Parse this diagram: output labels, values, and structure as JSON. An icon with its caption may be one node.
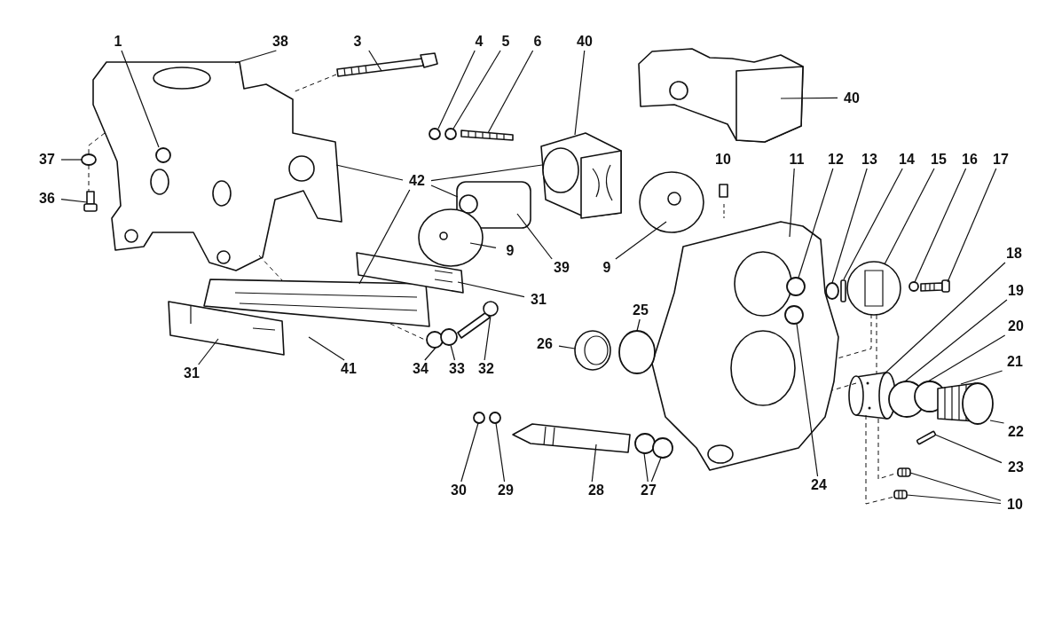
{
  "diagram": {
    "nodes": [
      {
        "text": [
          "1"
        ]
      },
      {
        "text": [
          "38"
        ]
      },
      {
        "text": [
          "3"
        ]
      },
      {
        "text": [
          "4"
        ]
      },
      {
        "text": [
          "5"
        ]
      },
      {
        "text": [
          "6"
        ]
      },
      {
        "text": [
          "40"
        ]
      },
      {
        "text": [
          "40"
        ]
      },
      {
        "text": [
          "37"
        ]
      },
      {
        "text": [
          "10"
        ]
      },
      {
        "text": [
          "11"
        ]
      },
      {
        "text": [
          "12"
        ]
      },
      {
        "text": [
          "13"
        ]
      },
      {
        "text": [
          "14"
        ]
      },
      {
        "text": [
          "15"
        ]
      },
      {
        "text": [
          "16"
        ]
      },
      {
        "text": [
          "17"
        ]
      },
      {
        "text": [
          "42"
        ]
      },
      {
        "text": [
          "36"
        ]
      },
      {
        "text": [
          "9"
        ]
      },
      {
        "text": [
          "18"
        ]
      },
      {
        "text": [
          "39"
        ]
      },
      {
        "text": [
          "9"
        ]
      },
      {
        "text": [
          "19"
        ]
      },
      {
        "text": [
          "31"
        ]
      },
      {
        "text": [
          "25"
        ]
      },
      {
        "text": [
          "20"
        ]
      },
      {
        "text": [
          "26"
        ]
      },
      {
        "text": [
          "21"
        ]
      },
      {
        "text": [
          "31"
        ]
      },
      {
        "text": [
          "41"
        ]
      },
      {
        "text": [
          "34"
        ]
      },
      {
        "text": [
          "33"
        ]
      },
      {
        "text": [
          "32"
        ]
      },
      {
        "text": [
          "22"
        ]
      },
      {
        "text": [
          "23"
        ]
      },
      {
        "text": [
          "24"
        ]
      },
      {
        "text": [
          "30"
        ]
      },
      {
        "text": [
          "29"
        ]
      },
      {
        "text": [
          "28"
        ]
      },
      {
        "text": [
          "27"
        ]
      },
      {
        "text": [
          "10"
        ]
      },
      {
        "text": [],
        "shape": "circle",
        "in": 43
      },
      {
        "text": [],
        "shape": "picture"
      },
      {
        "text": [],
        "shape": "picture"
      },
      {
        "text": [],
        "shape": "circle"
      },
      {
        "text": [],
        "shape": "circle"
      },
      {
        "text": [],
        "shape": "picture"
      },
      {
        "text": [],
        "shape": "picture"
      },
      {
        "text": [],
        "shape": "picture"
      },
      {
        "text": [],
        "shape": "circle"
      },
      {
        "text": [],
        "shape": "picture"
      },
      {
        "text": [],
        "shape": "circle",
        "in": 51
      },
      {
        "text": [],
        "shape": "circle"
      },
      {
        "text": [],
        "shape": "box"
      },
      {
        "text": [],
        "shape": "picture"
      },
      {
        "text": [],
        "shape": "circle"
      },
      {
        "text": [],
        "shape": "picture"
      },
      {
        "text": [],
        "shape": "picture"
      },
      {
        "text": [],
        "shape": "picture"
      },
      {
        "text": [],
        "shape": "picture"
      },
      {
        "text": [],
        "shape": "picture"
      },
      {
        "text": [],
        "shape": "picture"
      },
      {
        "text": [],
        "shape": "picture"
      },
      {
        "text": [],
        "shape": "circle"
      },
      {
        "text": [],
        "shape": "picture"
      },
      {
        "text": [],
        "shape": "circle"
      },
      {
        "text": [],
        "shape": "circle"
      },
      {
        "text": [],
        "shape": "picture"
      },
      {
        "text": [],
        "shape": "picture"
      },
      {
        "text": [],
        "shape": "picture"
      },
      {
        "text": [],
        "shape": "circle"
      },
      {
        "text": [],
        "shape": "circle"
      },
      {
        "text": [],
        "shape": "picture"
      },
      {
        "text": [],
        "shape": "circle"
      },
      {
        "text": [],
        "shape": "box"
      },
      {
        "text": [],
        "shape": "circle",
        "in": 51
      },
      {
        "text": [],
        "shape": "circle"
      },
      {
        "text": [],
        "shape": "circle"
      },
      {
        "text": [],
        "shape": "picture"
      },
      {
        "text": [],
        "shape": "circle"
      },
      {
        "text": [],
        "shape": "circle"
      },
      {
        "text": [],
        "shape": "picture"
      },
      {
        "text": [],
        "shape": "picture"
      }
    ],
    "edges": [
      {
        "from": 0,
        "to": 42,
        "arrow": "none"
      },
      {
        "from": 1,
        "to": 43,
        "arrow": "none"
      },
      {
        "from": 2,
        "to": 44,
        "arrow": "none"
      },
      {
        "from": 3,
        "to": 45,
        "arrow": "none"
      },
      {
        "from": 4,
        "to": 46,
        "arrow": "none"
      },
      {
        "from": 5,
        "to": 47,
        "arrow": "none"
      },
      {
        "from": 6,
        "to": 48,
        "arrow": "none"
      },
      {
        "from": 7,
        "to": 49,
        "arrow": "none"
      },
      {
        "from": 8,
        "to": 50,
        "arrow": "none"
      },
      {
        "from": 10,
        "to": 51,
        "arrow": "none"
      },
      {
        "from": 11,
        "to": 52,
        "arrow": "none"
      },
      {
        "from": 12,
        "to": 53,
        "arrow": "none"
      },
      {
        "from": 13,
        "to": 54,
        "arrow": "none"
      },
      {
        "from": 14,
        "to": 55,
        "arrow": "none"
      },
      {
        "from": 15,
        "to": 56,
        "arrow": "none"
      },
      {
        "from": 16,
        "to": 57,
        "arrow": "none"
      },
      {
        "from": 17,
        "to": 43,
        "arrow": "none"
      },
      {
        "from": 17,
        "to": 48,
        "arrow": "none"
      },
      {
        "from": 17,
        "to": 58,
        "arrow": "none"
      },
      {
        "from": 17,
        "to": 59,
        "arrow": "none"
      },
      {
        "from": 18,
        "to": 60,
        "arrow": "none"
      },
      {
        "from": 19,
        "to": 61,
        "arrow": "none"
      },
      {
        "from": 20,
        "to": 62,
        "arrow": "none"
      },
      {
        "from": 21,
        "to": 58,
        "arrow": "none"
      },
      {
        "from": 22,
        "to": 63,
        "arrow": "none"
      },
      {
        "from": 23,
        "to": 64,
        "arrow": "none"
      },
      {
        "from": 24,
        "to": 65,
        "arrow": "none"
      },
      {
        "from": 25,
        "to": 66,
        "arrow": "none"
      },
      {
        "from": 26,
        "to": 67,
        "arrow": "none"
      },
      {
        "from": 27,
        "to": 68,
        "arrow": "none"
      },
      {
        "from": 28,
        "to": 69,
        "arrow": "none"
      },
      {
        "from": 29,
        "to": 70,
        "arrow": "none"
      },
      {
        "from": 30,
        "to": 59,
        "arrow": "none"
      },
      {
        "from": 31,
        "to": 71,
        "arrow": "none"
      },
      {
        "from": 32,
        "to": 72,
        "arrow": "none"
      },
      {
        "from": 33,
        "to": 73,
        "arrow": "none"
      },
      {
        "from": 34,
        "to": 74,
        "arrow": "none"
      },
      {
        "from": 35,
        "to": 75,
        "arrow": "none"
      },
      {
        "from": 36,
        "to": 76,
        "arrow": "none"
      },
      {
        "from": 37,
        "to": 77,
        "arrow": "none"
      },
      {
        "from": 38,
        "to": 78,
        "arrow": "none"
      },
      {
        "from": 39,
        "to": 79,
        "arrow": "none"
      },
      {
        "from": 40,
        "to": 80,
        "arrow": "none"
      },
      {
        "from": 40,
        "to": 81,
        "arrow": "none"
      },
      {
        "from": 41,
        "to": 82,
        "arrow": "none"
      },
      {
        "from": 41,
        "to": 83,
        "arrow": "none"
      },
      {
        "from": 44,
        "to": 43,
        "arrow": "none",
        "style": "dashed"
      },
      {
        "from": 43,
        "to": 50,
        "arrow": "none",
        "style": "dashed"
      },
      {
        "from": 50,
        "to": 60,
        "arrow": "none",
        "style": "dashed"
      },
      {
        "from": 43,
        "to": 59,
        "arrow": "none",
        "style": "dashed"
      },
      {
        "from": 59,
        "to": 71,
        "arrow": "none",
        "style": "dashed"
      },
      {
        "from": 55,
        "to": 51,
        "arrow": "none",
        "style": "dashed"
      },
      {
        "from": 55,
        "to": 62,
        "arrow": "none",
        "style": "dashed"
      },
      {
        "from": 62,
        "to": 82,
        "arrow": "none",
        "style": "dashed"
      },
      {
        "from": 62,
        "to": 51,
        "arrow": "none",
        "style": "dashed"
      },
      {
        "from": 62,
        "to": 83,
        "arrow": "none",
        "style": "dashed"
      }
    ]
  }
}
